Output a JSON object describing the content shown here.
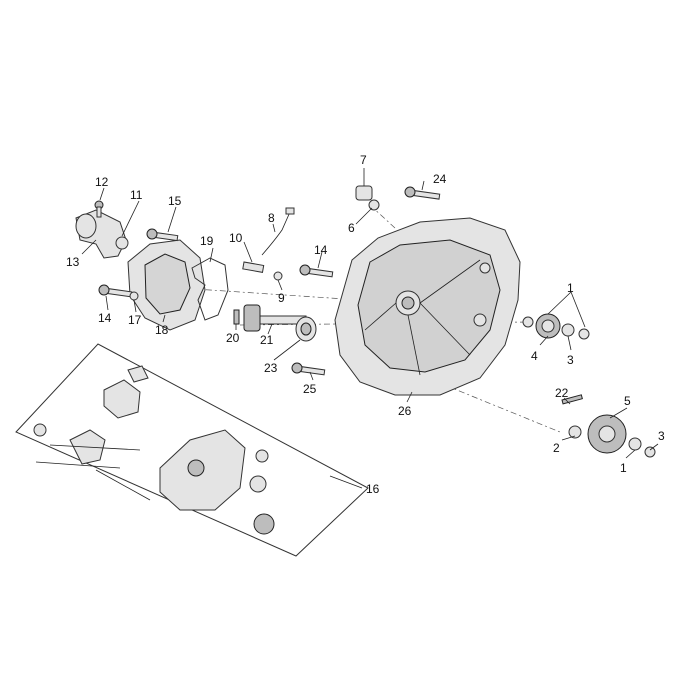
{
  "callouts": {
    "c1a": "1",
    "c1b": "1",
    "c2": "2",
    "c3a": "3",
    "c3b": "3",
    "c4": "4",
    "c5": "5",
    "c6": "6",
    "c7": "7",
    "c8": "8",
    "c9": "9",
    "c10": "10",
    "c11": "11",
    "c12": "12",
    "c13": "13",
    "c14a": "14",
    "c14b": "14",
    "c15": "15",
    "c16": "16",
    "c17": "17",
    "c18": "18",
    "c19": "19",
    "c20": "20",
    "c21": "21",
    "c22": "22",
    "c23": "23",
    "c24": "24",
    "c25": "25",
    "c26": "26"
  }
}
